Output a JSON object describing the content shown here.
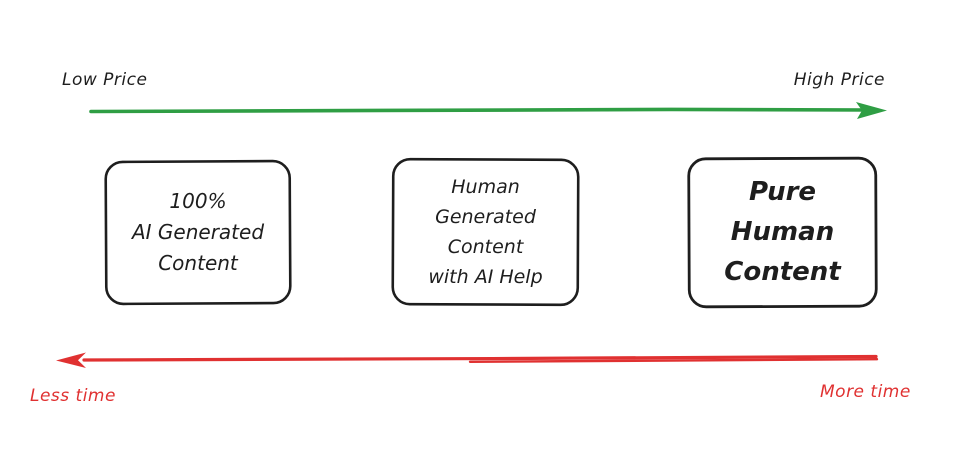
{
  "canvas": {
    "background": "#ffffff",
    "ink_color": "#1e1e1e"
  },
  "price_axis": {
    "left_label": "Low Price",
    "right_label": "High Price",
    "color": "#2f9e44",
    "direction": "right"
  },
  "time_axis": {
    "left_label": "Less time",
    "right_label": "More time",
    "color": "#e03131",
    "direction": "left"
  },
  "boxes": [
    {
      "id": "ai-generated",
      "lines": [
        "100%",
        "AI Generated",
        "Content"
      ]
    },
    {
      "id": "human-with-ai",
      "lines": [
        "Human",
        "Generated",
        "Content",
        "with AI Help"
      ]
    },
    {
      "id": "pure-human",
      "lines": [
        "Pure",
        "Human",
        "Content"
      ]
    }
  ]
}
